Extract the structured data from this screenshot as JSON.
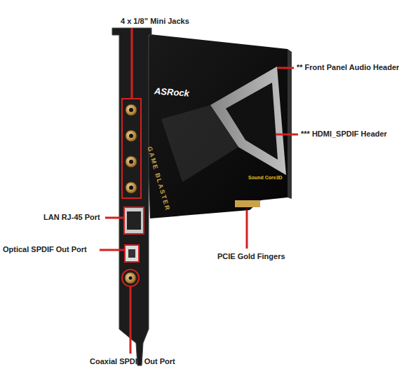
{
  "diagram": {
    "labels": [
      "4 x 1/8” Mini Jacks",
      "** Front Panel Audio Header",
      "*** HDMI_SPDIF Header",
      "LAN RJ-45 Port",
      "Optical SPDIF Out Port",
      "PCIE Gold Fingers",
      "Coaxial SPDIF Out Port",
      "ASRock",
      "GAME BLASTER",
      "Sound Core3D"
    ]
  }
}
